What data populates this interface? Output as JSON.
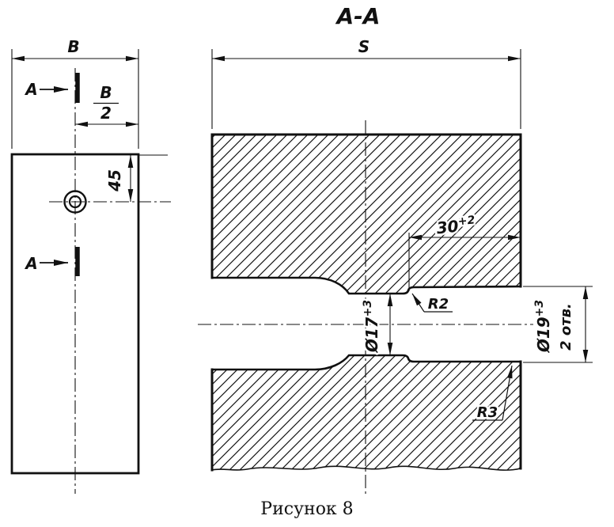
{
  "colors": {
    "ink": "#111111",
    "paper": "#ffffff"
  },
  "caption": "Рисунок 8",
  "left_view": {
    "width_label": "B",
    "half_width": {
      "numerator": "B",
      "denominator": "2"
    },
    "hole_offset": "45",
    "section_label_top": "A",
    "section_label_bottom": "A"
  },
  "section_view": {
    "title": "A-A",
    "width_label": "S",
    "depth_dim": {
      "value": "30",
      "tolerance": "+2"
    },
    "throat_dim": {
      "value": "Ø17",
      "tolerance": "+3"
    },
    "bore_dim": {
      "value": "Ø19",
      "tolerance": "+3",
      "note": "2 отв."
    },
    "fillet_small": "R2",
    "fillet_large": "R3"
  }
}
